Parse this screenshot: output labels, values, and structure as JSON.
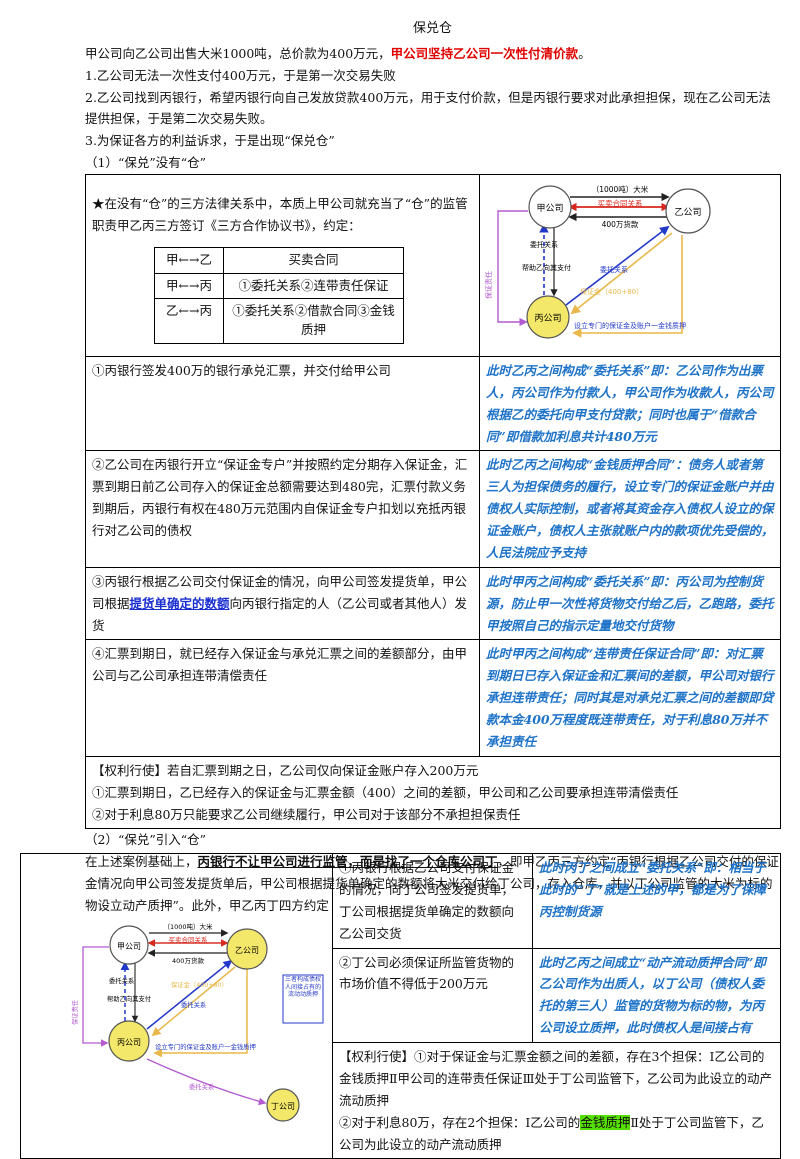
{
  "title": "保兑仓",
  "intro": {
    "lead": "甲公司向乙公司出售大米1000吨，总价款为400万元，",
    "emph": "甲公司坚持乙公司一次性付清价款",
    "tail": "。"
  },
  "points": [
    "1.乙公司无法一次性支付400万元，于是第一次交易失败",
    "2.乙公司找到丙银行，希望丙银行向自己发放贷款400万元，用于支付价款，但是丙银行要求对此承担担保，现在乙公司无法提供担保，于是第二次交易失败。",
    "3.为保证各方的利益诉求，于是出现“保兑仓”"
  ],
  "section1": {
    "heading": "（1）“保兑”没有“仓”",
    "star_text": "★在没有“仓”的三方法律关系中，本质上甲公司就充当了“仓”的监管职责甲乙丙三方签订《三方合作协议书》，约定：",
    "relations": [
      {
        "parties": "甲←→乙",
        "desc": "买卖合同"
      },
      {
        "parties": "甲←→丙",
        "desc": "①委托关系②连带责任保证"
      },
      {
        "parties": "乙←→丙",
        "desc": "①委托关系②借款合同③金钱质押"
      }
    ],
    "rows": [
      {
        "left": "①丙银行签发400万的银行承兑汇票，并交付给甲公司",
        "right": "此时乙丙之间构成“委托关系”即：乙公司作为出票人，丙公司作为付款人，甲公司作为收款人，丙公司根据乙的委托向甲支付贷款；同时也属于“借款合同”即借款加利息共计480万元"
      },
      {
        "left": "②乙公司在丙银行开立“保证金专户”并按照约定分期存入保证金，汇票到期日前乙公司存入的保证金总额需要达到480完，汇票付款义务到期后，丙银行有权在480万元范围内自保证金专户扣划以充抵丙银行对乙公司的债权",
        "right": "此时乙丙之间构成“金钱质押合同”：债务人或者第三人为担保债务的履行，设立专门的保证金账户并由债权人实际控制，或者将其资金存入债权人设立的保证金账户，债权人主张就账户内的款项优先受偿的，人民法院应予支持"
      },
      {
        "left_a": "③丙银行根据乙公司交付保证金的情况，向甲公司签发提货单，甲公司根据",
        "left_ul": "提货单确定的数额",
        "left_b": "向丙银行指定的人（乙公司或者其他人）发货",
        "right": "此时甲丙之间构成“委托关系”即：丙公司为控制货源，防止甲一次性将货物交付给乙后，乙跑路，委托甲按照自己的指示定量地交付货物"
      },
      {
        "left": "④汇票到期日，就已经存入保证金与承兑汇票之间的差额部分，由甲公司与乙公司承担连带清偿责任",
        "right": "此时甲丙之间构成“连带责任保证合同”即：对汇票到期日已存入保证金和汇票间的差额，甲公司对银行承担连带责任；同时其是对承兑汇票之间的差额即贷款本金400万程度既连带责任，对于利息80万并不承担责任"
      }
    ],
    "rights": [
      "【权利行使】若自汇票到期之日，乙公司仅向保证金账户存入200万元",
      "①汇票到期日，乙已经存入的保证金与汇票金额（400）之间的差额，甲公司和乙公司要承担连带清偿责任",
      "②对于利息80万只能要求乙公司继续履行，甲公司对于该部分不承担担保责任"
    ]
  },
  "section2": {
    "heading": "（2）“保兑”引入“仓”",
    "para_a": "在上述案例基础上，",
    "para_ul": "丙银行不让甲公司进行监管，而是找了一个仓库公司丁",
    "para_b": "，即甲乙丙三方约定“丙银行根据乙公司交付的保证金情况向甲公司签发提货单后，甲公司根据提货单确定的数额将大米交付给丁公司，存入仓库，并以丁公司监管的大米为标的物设立动产质押”。此外，甲乙丙丁四方约定",
    "rows": [
      {
        "left": "①丙银行根据乙公司支付保证金的情况，向丁公司签发提货单，丁公司根据提货单确定的数额向乙公司交货",
        "right": "此时丙丁之间成立“委托关系”即：相当于此时的“丁”就是上述的甲，都是为了保障丙控制货源"
      },
      {
        "left": "②丁公司必须保证所监管货物的市场价值不得低于200万元",
        "right": "此时乙丙之间成立“动产流动质押合同”即乙公司作为出质人，以丁公司（债权人委托的第三人）监管的货物为标的物，为丙公司设立质押，此时债权人是间接占有"
      }
    ],
    "rights_1": "【权利行使】①对于保证金与汇票金额之间的差额，存在3个担保：Ⅰ乙公司的金钱质押Ⅱ甲公司的连带责任保证Ⅲ处于丁公司监管下，乙公司为此设立的动产流动质押",
    "rights_2a": "②对于利息80万，存在2个担保：Ⅰ乙公司的",
    "rights_2hl": "金钱质押",
    "rights_2b": "Ⅱ处于丁公司监管下，乙公司为此设立的动产流动质押"
  },
  "diagram": {
    "jia": "甲公司",
    "yi": "乙公司",
    "bing": "丙公司",
    "ding": "丁公司",
    "goods": "（1000吨）大米",
    "contract": "买卖合同关系",
    "price": "400万货款",
    "entrust": "委托关系",
    "help": "帮助乙向其支付",
    "guarantee": "保证责任",
    "deposit": "保证金（400+80）",
    "account": "设立专门的保证金及账户一金钱质押",
    "note": "三者构成债权人间接占有的流动动质押"
  },
  "colors": {
    "red_text": "#e00000",
    "blue_text": "#1e73c8",
    "company_yellow": "#f4e86a",
    "highlight": "#55e000"
  }
}
